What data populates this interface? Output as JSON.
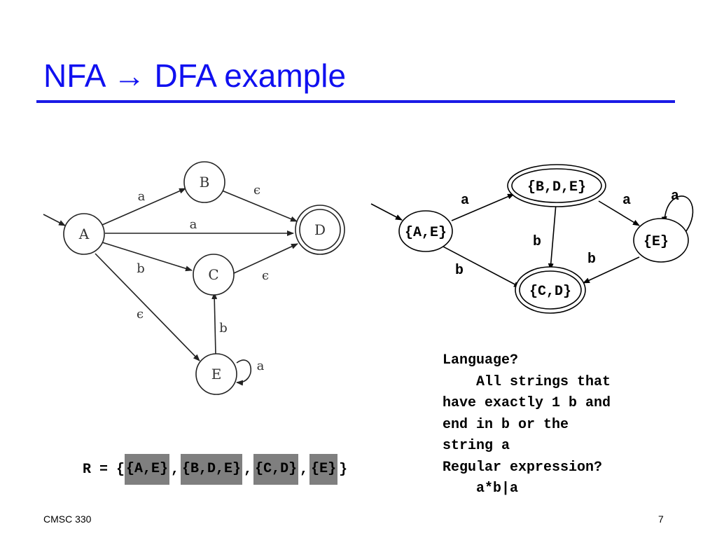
{
  "slide": {
    "title": "NFA → DFA example",
    "footer_left": "CMSC 330",
    "page_number": "7"
  },
  "nfa": {
    "states": {
      "A": "A",
      "B": "B",
      "C": "C",
      "D": "D",
      "E": "E"
    },
    "start_state": "A",
    "accepting_states": [
      "D"
    ],
    "transitions": [
      {
        "from": "A",
        "to": "B",
        "label": "a"
      },
      {
        "from": "A",
        "to": "D",
        "label": "a"
      },
      {
        "from": "A",
        "to": "C",
        "label": "b"
      },
      {
        "from": "A",
        "to": "E",
        "label": "ϵ"
      },
      {
        "from": "B",
        "to": "D",
        "label": "ϵ"
      },
      {
        "from": "C",
        "to": "D",
        "label": "ϵ"
      },
      {
        "from": "E",
        "to": "C",
        "label": "b"
      },
      {
        "from": "E",
        "to": "E",
        "label": "a"
      }
    ]
  },
  "dfa": {
    "states": {
      "AE": "{A,E}",
      "BDE": "{B,D,E}",
      "CD": "{C,D}",
      "E": "{E}"
    },
    "start_state": "{A,E}",
    "accepting_states": [
      "{B,D,E}",
      "{C,D}"
    ],
    "transitions": [
      {
        "from": "{A,E}",
        "to": "{B,D,E}",
        "label": "a"
      },
      {
        "from": "{A,E}",
        "to": "{C,D}",
        "label": "b"
      },
      {
        "from": "{B,D,E}",
        "to": "{E}",
        "label": "a"
      },
      {
        "from": "{B,D,E}",
        "to": "{C,D}",
        "label": "b"
      },
      {
        "from": "{E}",
        "to": "{E}",
        "label": "a"
      },
      {
        "from": "{E}",
        "to": "{C,D}",
        "label": "b"
      }
    ]
  },
  "state_set": {
    "prefix": "R = {",
    "items": [
      "{A,E}",
      "{B,D,E}",
      "{C,D}",
      "{E}"
    ],
    "separator": ",",
    "suffix": "}"
  },
  "notes": {
    "q1": "Language?",
    "a1_line1": "All strings that",
    "a1_line2": "have exactly 1 b and",
    "a1_line3": "end in b or the",
    "a1_line4": "string a",
    "q2": "Regular expression?",
    "a2": "a*b|a"
  },
  "colors": {
    "title": "#1010f0",
    "title_rule": "#1a1ae6",
    "state_chip": "#7f7f7f"
  }
}
